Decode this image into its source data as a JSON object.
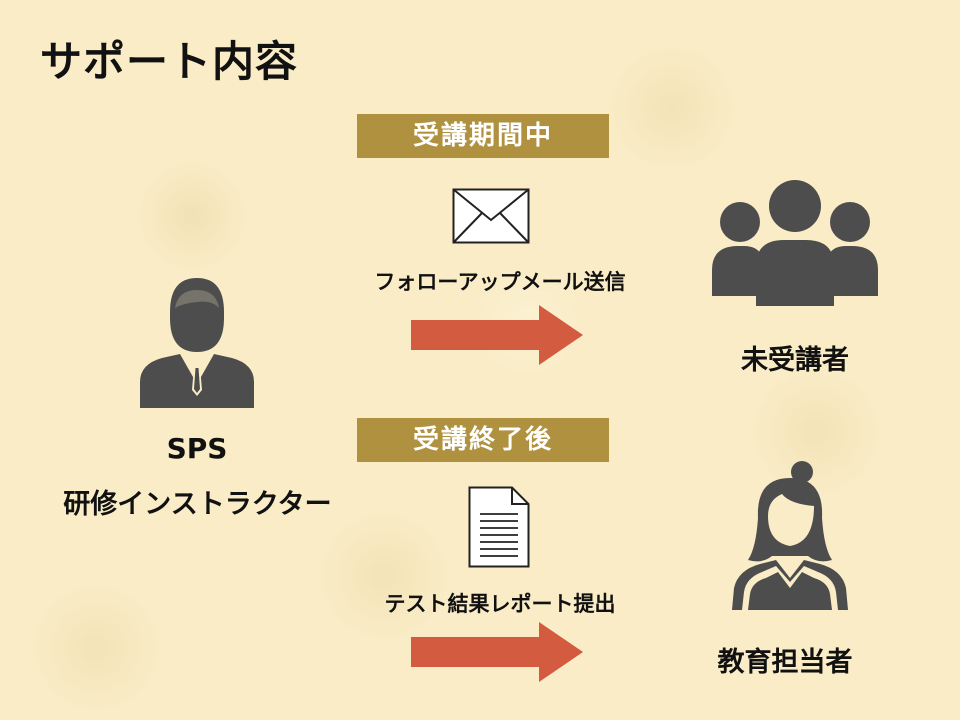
{
  "colors": {
    "accent": "#b0913f",
    "arrow": "#d35b3f",
    "icon": "#4d4d4d"
  },
  "title": "サポート内容",
  "badges": {
    "during": "受講期間中",
    "after": "受講終了後"
  },
  "captions": {
    "follow_up": "フォローアップメール送信",
    "report": "テスト結果レポート提出"
  },
  "people": {
    "instructor": {
      "line1": "SPS",
      "line2": "研修インストラクター"
    },
    "group": "未受講者",
    "contact": "教育担当者"
  },
  "icons": {
    "mail": "envelope-icon",
    "report": "document-icon",
    "instructor": "businessman-icon",
    "group": "group-icon",
    "contact": "woman-icon"
  }
}
